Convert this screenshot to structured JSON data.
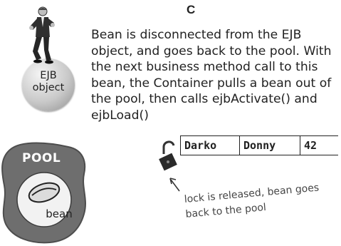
{
  "header_label": "C",
  "description_lines": [
    "Bean is disconnected from the EJB",
    "object, and goes back to the pool. With",
    "the next business method call to this",
    "bean, the Container pulls a bean out of",
    "the pool, then calls ejbActivate() and",
    "ejbLoad()"
  ],
  "ejb_object_lines": [
    "EJB",
    "object"
  ],
  "pool": {
    "label": "POOL",
    "bean_label": "bean"
  },
  "table_row": [
    "Darko",
    "Donny",
    "42"
  ],
  "note_lines": [
    "lock is released, bean goes",
    "back to the pool"
  ],
  "colors": {
    "pool_fill": "#6e6e6e",
    "pool_edge": "#4d4d4d",
    "bean_fill": "#dcdcdc"
  }
}
